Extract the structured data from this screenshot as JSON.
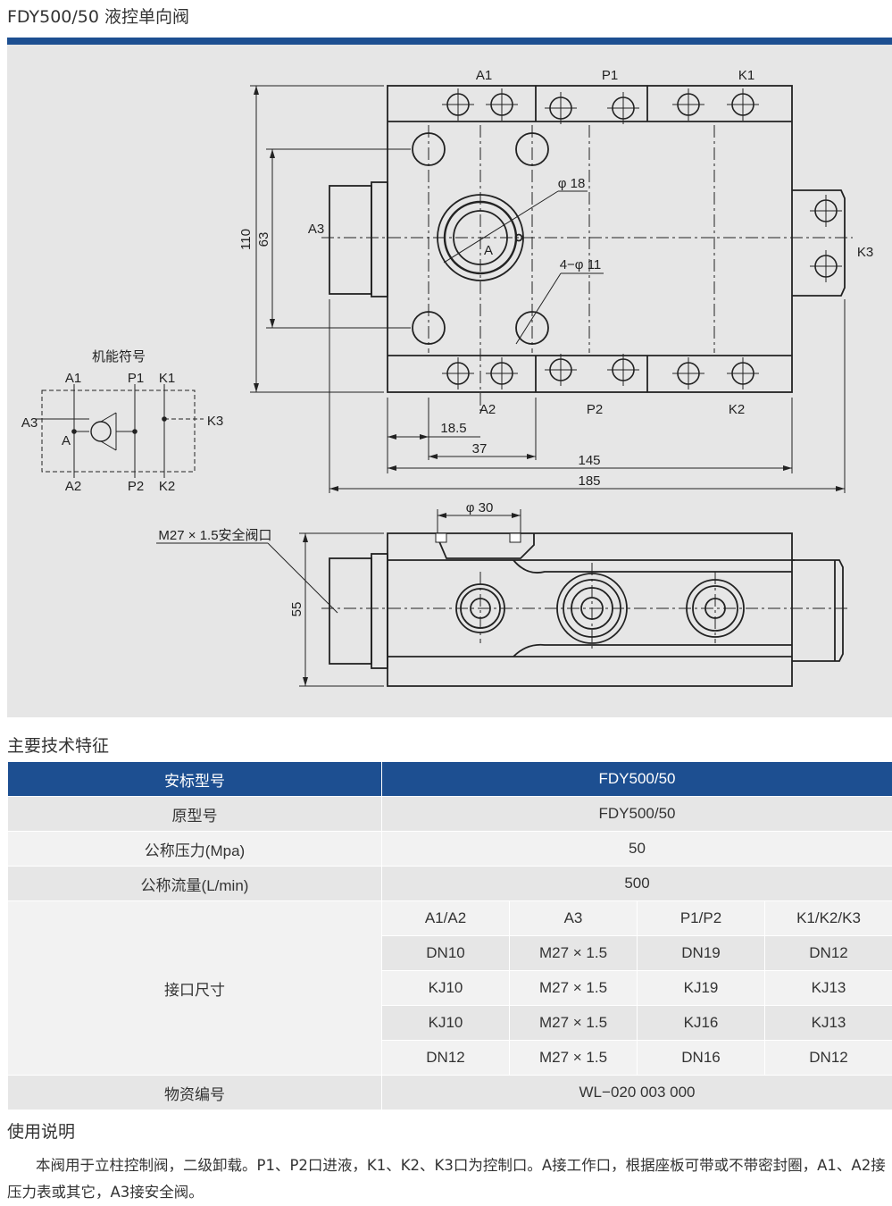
{
  "page_title": "FDY500/50 液控单向阀",
  "drawing": {
    "top_port_labels": [
      "A1",
      "P1",
      "K1"
    ],
    "bottom_port_labels": [
      "A2",
      "P2",
      "K2"
    ],
    "side_labels": {
      "left": "A3",
      "right": "K3",
      "center": "A"
    },
    "dimensions": {
      "height_total": "110",
      "height_inner": "63",
      "dia_center": "φ 18",
      "dia_holes": "4−φ 11",
      "offset_1": "18.5",
      "offset_2": "37",
      "width_body": "145",
      "width_total": "185",
      "dia_top": "φ 30",
      "side_height": "55",
      "safety_port": "M27 × 1.5安全阀口"
    },
    "symbol": {
      "title": "机能符号",
      "labels": {
        "a1": "A1",
        "p1": "P1",
        "k1": "K1",
        "a3": "A3",
        "k3": "K3",
        "a": "A",
        "a2": "A2",
        "p2": "P2",
        "k2": "K2"
      }
    }
  },
  "spec_section_title": "主要技术特征",
  "spec_table": {
    "header": {
      "label": "安标型号",
      "value": "FDY500/50"
    },
    "rows": [
      {
        "label": "原型号",
        "value": "FDY500/50"
      },
      {
        "label": "公称压力(Mpa)",
        "value": "50"
      },
      {
        "label": "公称流量(L/min)",
        "value": "500"
      }
    ],
    "port_label": "接口尺寸",
    "port_headers": [
      "A1/A2",
      "A3",
      "P1/P2",
      "K1/K2/K3"
    ],
    "port_rows": [
      [
        "DN10",
        "M27 × 1.5",
        "DN19",
        "DN12"
      ],
      [
        "KJ10",
        "M27 × 1.5",
        "KJ19",
        "KJ13"
      ],
      [
        "KJ10",
        "M27 × 1.5",
        "KJ16",
        "KJ13"
      ],
      [
        "DN12",
        "M27 × 1.5",
        "DN16",
        "DN12"
      ]
    ],
    "material_label": "物资编号",
    "material_value": "WL−020 003 000"
  },
  "usage_section_title": "使用说明",
  "usage_text": "本阀用于立柱控制阀，二级卸载。P1、P2口进液，K1、K2、K3口为控制口。A接工作口，根据座板可带或不带密封圈，A1、A2接压力表或其它，A3接安全阀。"
}
